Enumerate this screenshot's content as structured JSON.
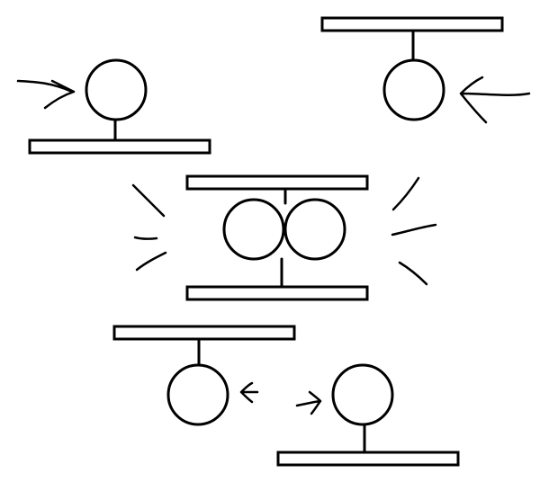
{
  "diagram": {
    "stroke_color": "#000000",
    "background_color": "#ffffff",
    "panels": [
      {
        "id": "approach-top",
        "description_hidden": true
      },
      {
        "id": "collision-middle"
      },
      {
        "id": "separation-bottom"
      }
    ]
  }
}
